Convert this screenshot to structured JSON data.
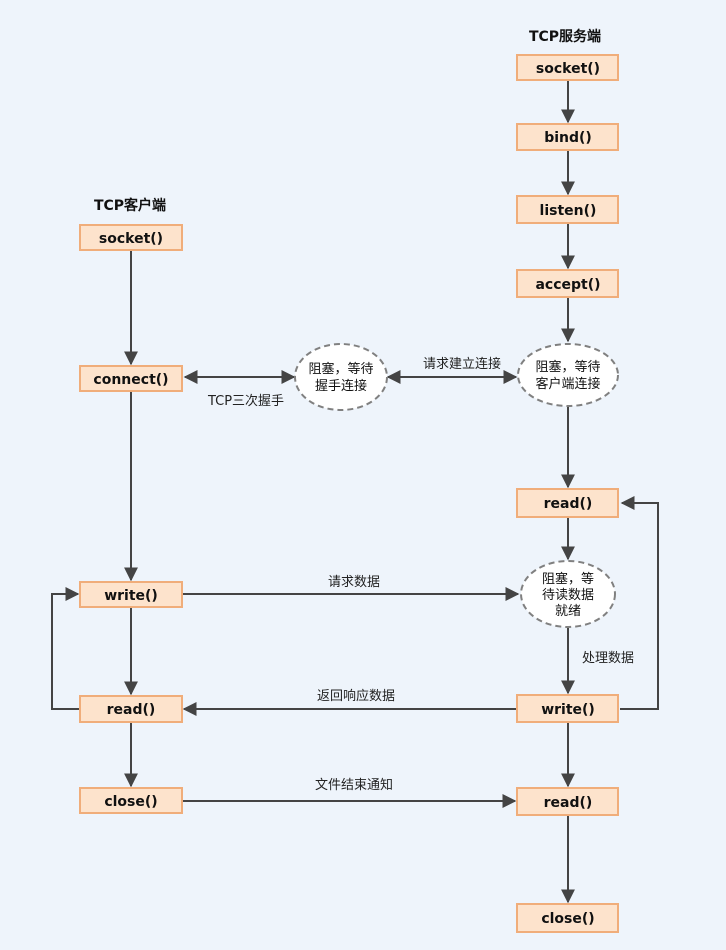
{
  "client": {
    "title": "TCP客户端",
    "socket": "socket()",
    "connect": "connect()",
    "write": "write()",
    "read": "read()",
    "close": "close()"
  },
  "server": {
    "title": "TCP服务端",
    "socket": "socket()",
    "bind": "bind()",
    "listen": "listen()",
    "accept": "accept()",
    "read1": "read()",
    "write": "write()",
    "read2": "read()",
    "close": "close()"
  },
  "ellipses": {
    "client_wait": [
      "阻塞，等待",
      "握手连接"
    ],
    "server_wait_conn": [
      "阻塞，等待",
      "客户端连接"
    ],
    "server_wait_read": [
      "阻塞，等",
      "待读数据",
      "就绪"
    ]
  },
  "labels": {
    "handshake": "TCP三次握手",
    "request_connect": "请求建立连接",
    "request_data": "请求数据",
    "process_data": "处理数据",
    "return_response": "返回响应数据",
    "eof_notice": "文件结束通知"
  }
}
